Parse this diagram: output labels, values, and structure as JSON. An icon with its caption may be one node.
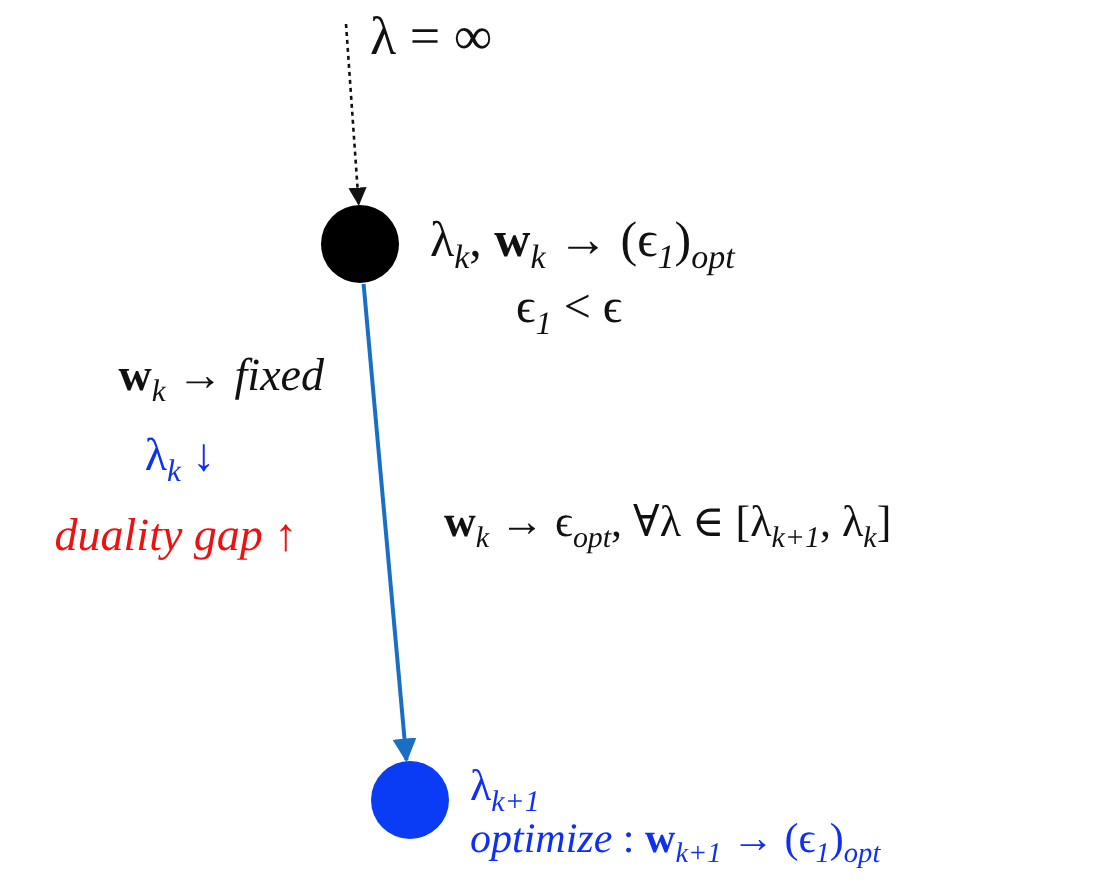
{
  "diagram": {
    "nodes": [
      {
        "text": [
          "λ = ∞"
        ]
      },
      {
        "text": [],
        "shape": "circle",
        "beside": [
          "λ$_{k}$, **w**$_{k}$ → (ϵ$_{1}$)$_{opt}$",
          "ϵ$_{1}$ < ϵ"
        ]
      },
      {
        "text": [],
        "shape": "circle",
        "beside": [
          "λ$_{k+1}$",
          "*optimize* : **w**$_{k+1}$ → (ϵ$_{1}$)$_{opt}$"
        ]
      }
    ],
    "edges": [
      {
        "from": 0,
        "to": 1,
        "arrow": "to",
        "style": "dashed"
      },
      {
        "from": 1,
        "to": 2,
        "arrow": "to",
        "color": "#1a6fc4"
      }
    ],
    "labels": [
      "**w**$_{k}$ → *fixed*",
      "λ$_{k}$ ↓",
      "duality gap ↑",
      "**w**$_{k}$ → ϵ$_{opt}$, ∀λ ∈ [λ$_{k+1}$, λ$_{k}$]"
    ]
  }
}
